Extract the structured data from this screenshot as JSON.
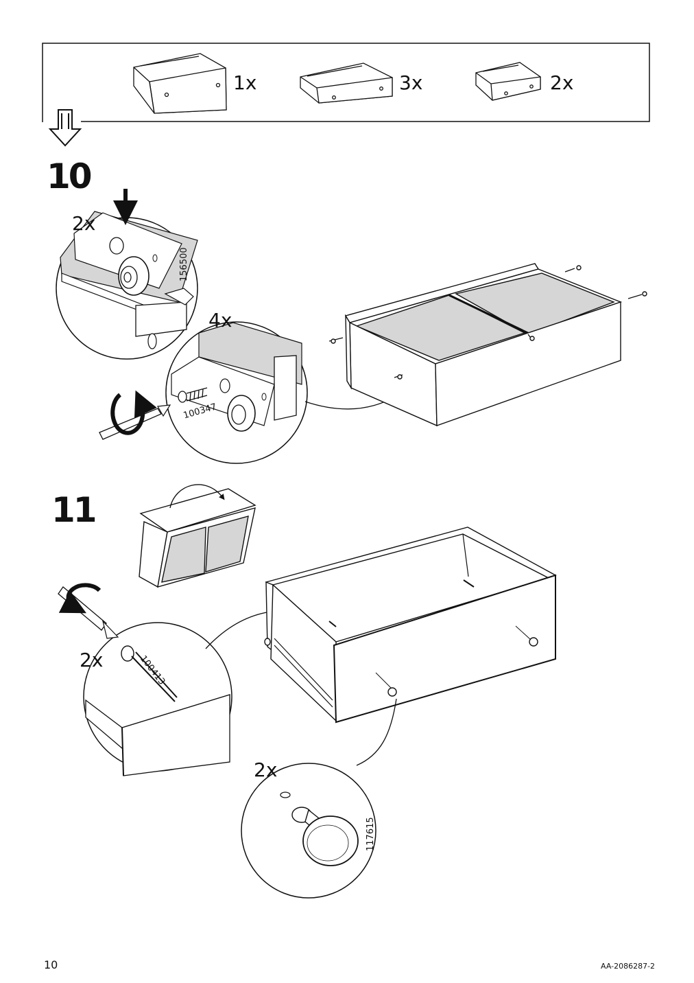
{
  "header_box": {
    "items": [
      {
        "qty": "1x",
        "icon": "large-drawer-icon"
      },
      {
        "qty": "3x",
        "icon": "medium-drawer-icon"
      },
      {
        "qty": "2x",
        "icon": "small-drawer-icon"
      }
    ]
  },
  "step10": {
    "number": "10",
    "top_detail": {
      "qty": "2x",
      "part_no": "156500"
    },
    "screw_detail": {
      "qty": "4x",
      "part_no": "100347"
    }
  },
  "step11": {
    "number": "11",
    "screw_detail": {
      "qty": "2x",
      "part_no": "100413"
    },
    "knob_detail": {
      "qty": "2x",
      "part_no": "117615"
    }
  },
  "footer": {
    "page_number": "10",
    "doc_code": "AA-2086287-2"
  },
  "colors": {
    "ink": "#111111",
    "panel_fill": "#d6d6d6",
    "paper": "#ffffff"
  }
}
